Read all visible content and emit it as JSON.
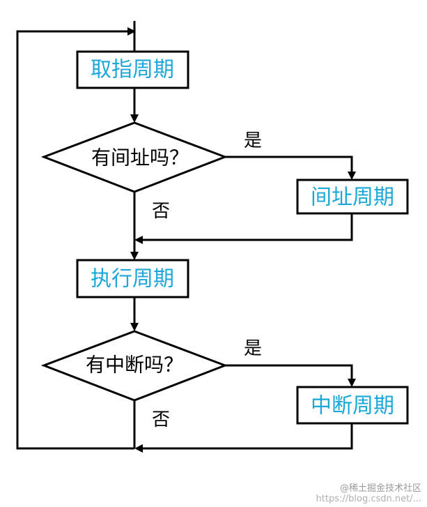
{
  "diagram": {
    "fetch_cycle": "取指周期",
    "indirect_decision": "有间址吗？",
    "indirect_yes": "是",
    "indirect_no": "否",
    "indirect_cycle": "间址周期",
    "execute_cycle": "执行周期",
    "interrupt_decision": "有中断吗？",
    "interrupt_yes": "是",
    "interrupt_no": "否",
    "interrupt_cycle": "中断周期"
  },
  "watermark": {
    "source": "@稀土掘金技术社区",
    "url": "https://blog.csdn.net/..."
  },
  "colors": {
    "process_text": "#1ba7d8",
    "line": "#000000",
    "background": "#ffffff"
  }
}
